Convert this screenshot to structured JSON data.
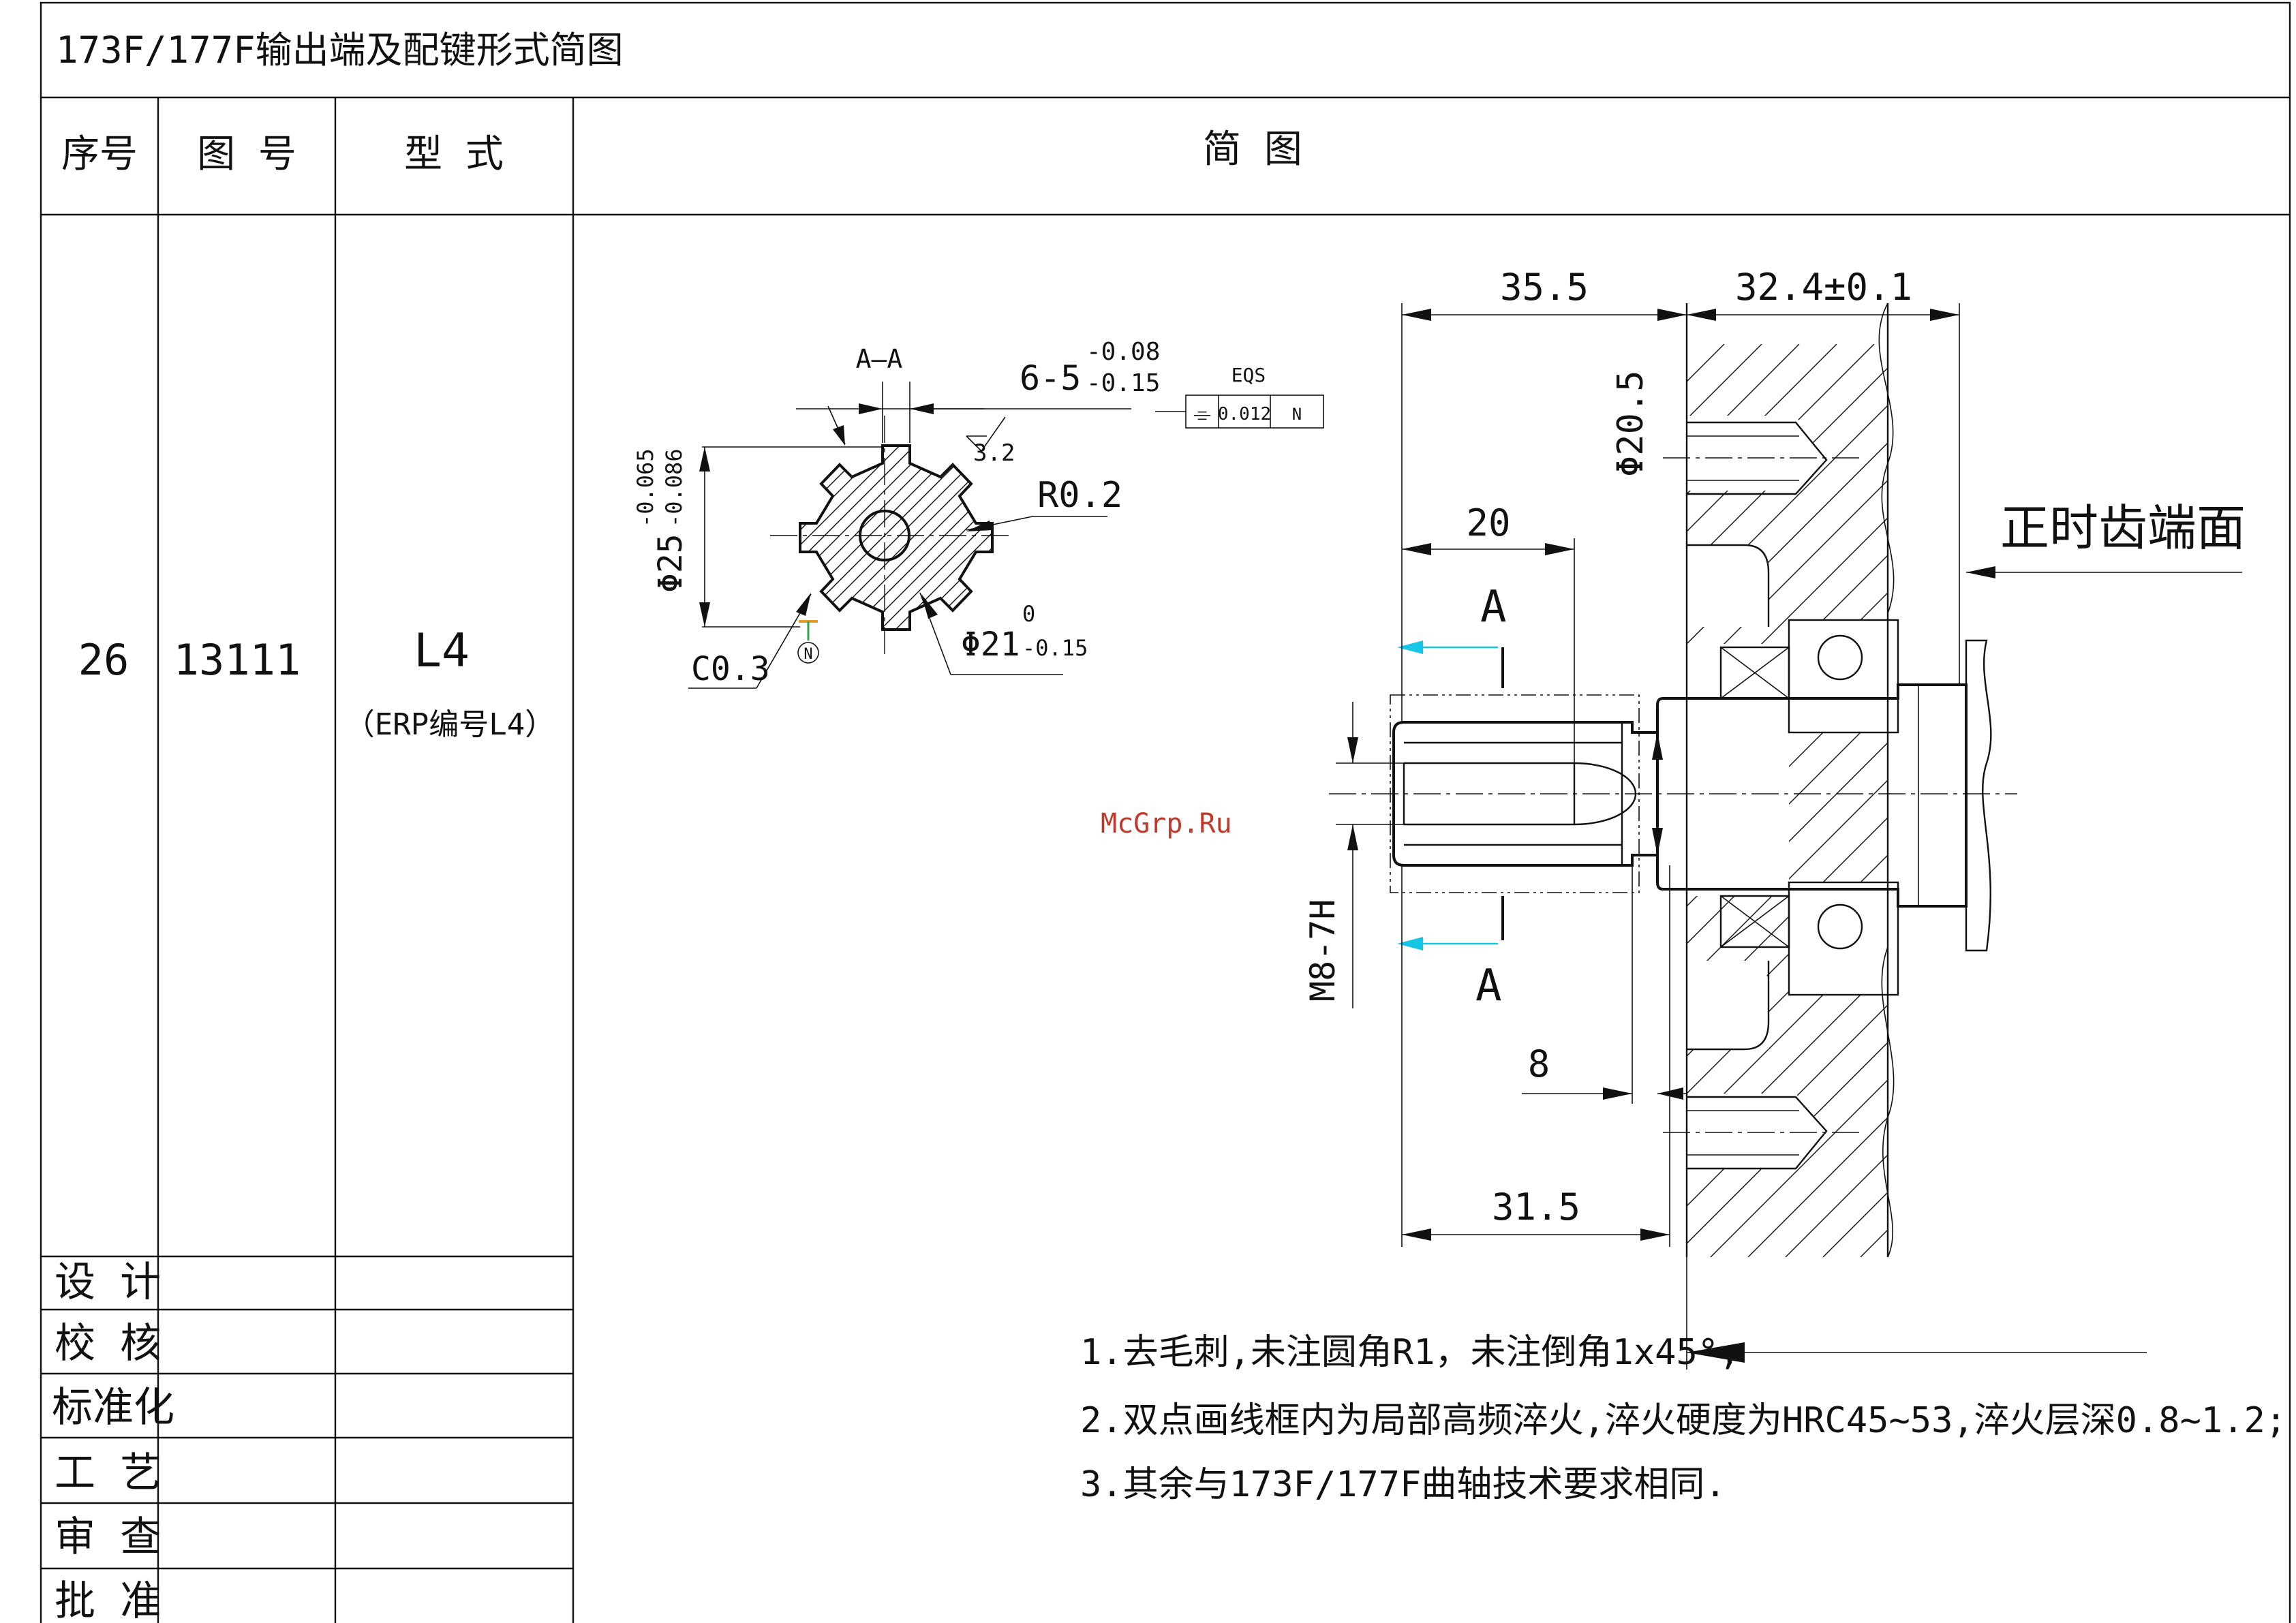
{
  "title": "173F/177F输出端及配键形式简图",
  "table": {
    "headers": {
      "seq": "序号",
      "drawing_no": "图 号",
      "type": "型  式",
      "sketch": "简      图"
    },
    "row": {
      "seq": "26",
      "drawing_no": "13111",
      "type": "L4",
      "erp": "（ERP编号L4）"
    }
  },
  "signoff": [
    "设 计",
    "校 核",
    "标准化",
    "工 艺",
    "审 查",
    "批 准"
  ],
  "section_view": {
    "label": "A—A",
    "key_width": "6-5",
    "key_width_upper": "-0.08",
    "key_width_lower": "-0.15",
    "roughness": "3.2",
    "tolerance_symbol": "⌯",
    "tolerance_value": "0.012",
    "datum": "N",
    "eqs": "EQS",
    "radius": "R0.2",
    "outer_dia": "Φ25",
    "outer_dia_upper": "-0.065",
    "outer_dia_lower": "-0.086",
    "inner_dia": "Φ21",
    "inner_dia_upper": "0",
    "inner_dia_lower": "-0.15",
    "chamfer": "C0.3",
    "datum_mark": "N"
  },
  "main_view": {
    "dim_35_5": "35.5",
    "dim_32_4": "32.4±0.1",
    "dim_20_5": "Φ20.5",
    "dim_20": "20",
    "dim_8": "8",
    "dim_31_5": "31.5",
    "thread": "M8-7H",
    "section_a_top": "A",
    "section_a_bottom": "A",
    "timing_face": "正时齿端面"
  },
  "notes": [
    "1.去毛刺,未注圆角R1，未注倒角1x45°;",
    "2.双点画线框内为局部高频淬火,淬火硬度为HRC45~53,淬火层深0.8~1.2;",
    "3.其余与173F/177F曲轴技术要求相同."
  ],
  "watermark": "McGrp.Ru",
  "colors": {
    "line": "#111111",
    "arrow_cyan": "#16c6e6",
    "watermark_red": "#c0392b",
    "mark_orange": "#e69a28",
    "mark_green": "#2eaa4a"
  }
}
